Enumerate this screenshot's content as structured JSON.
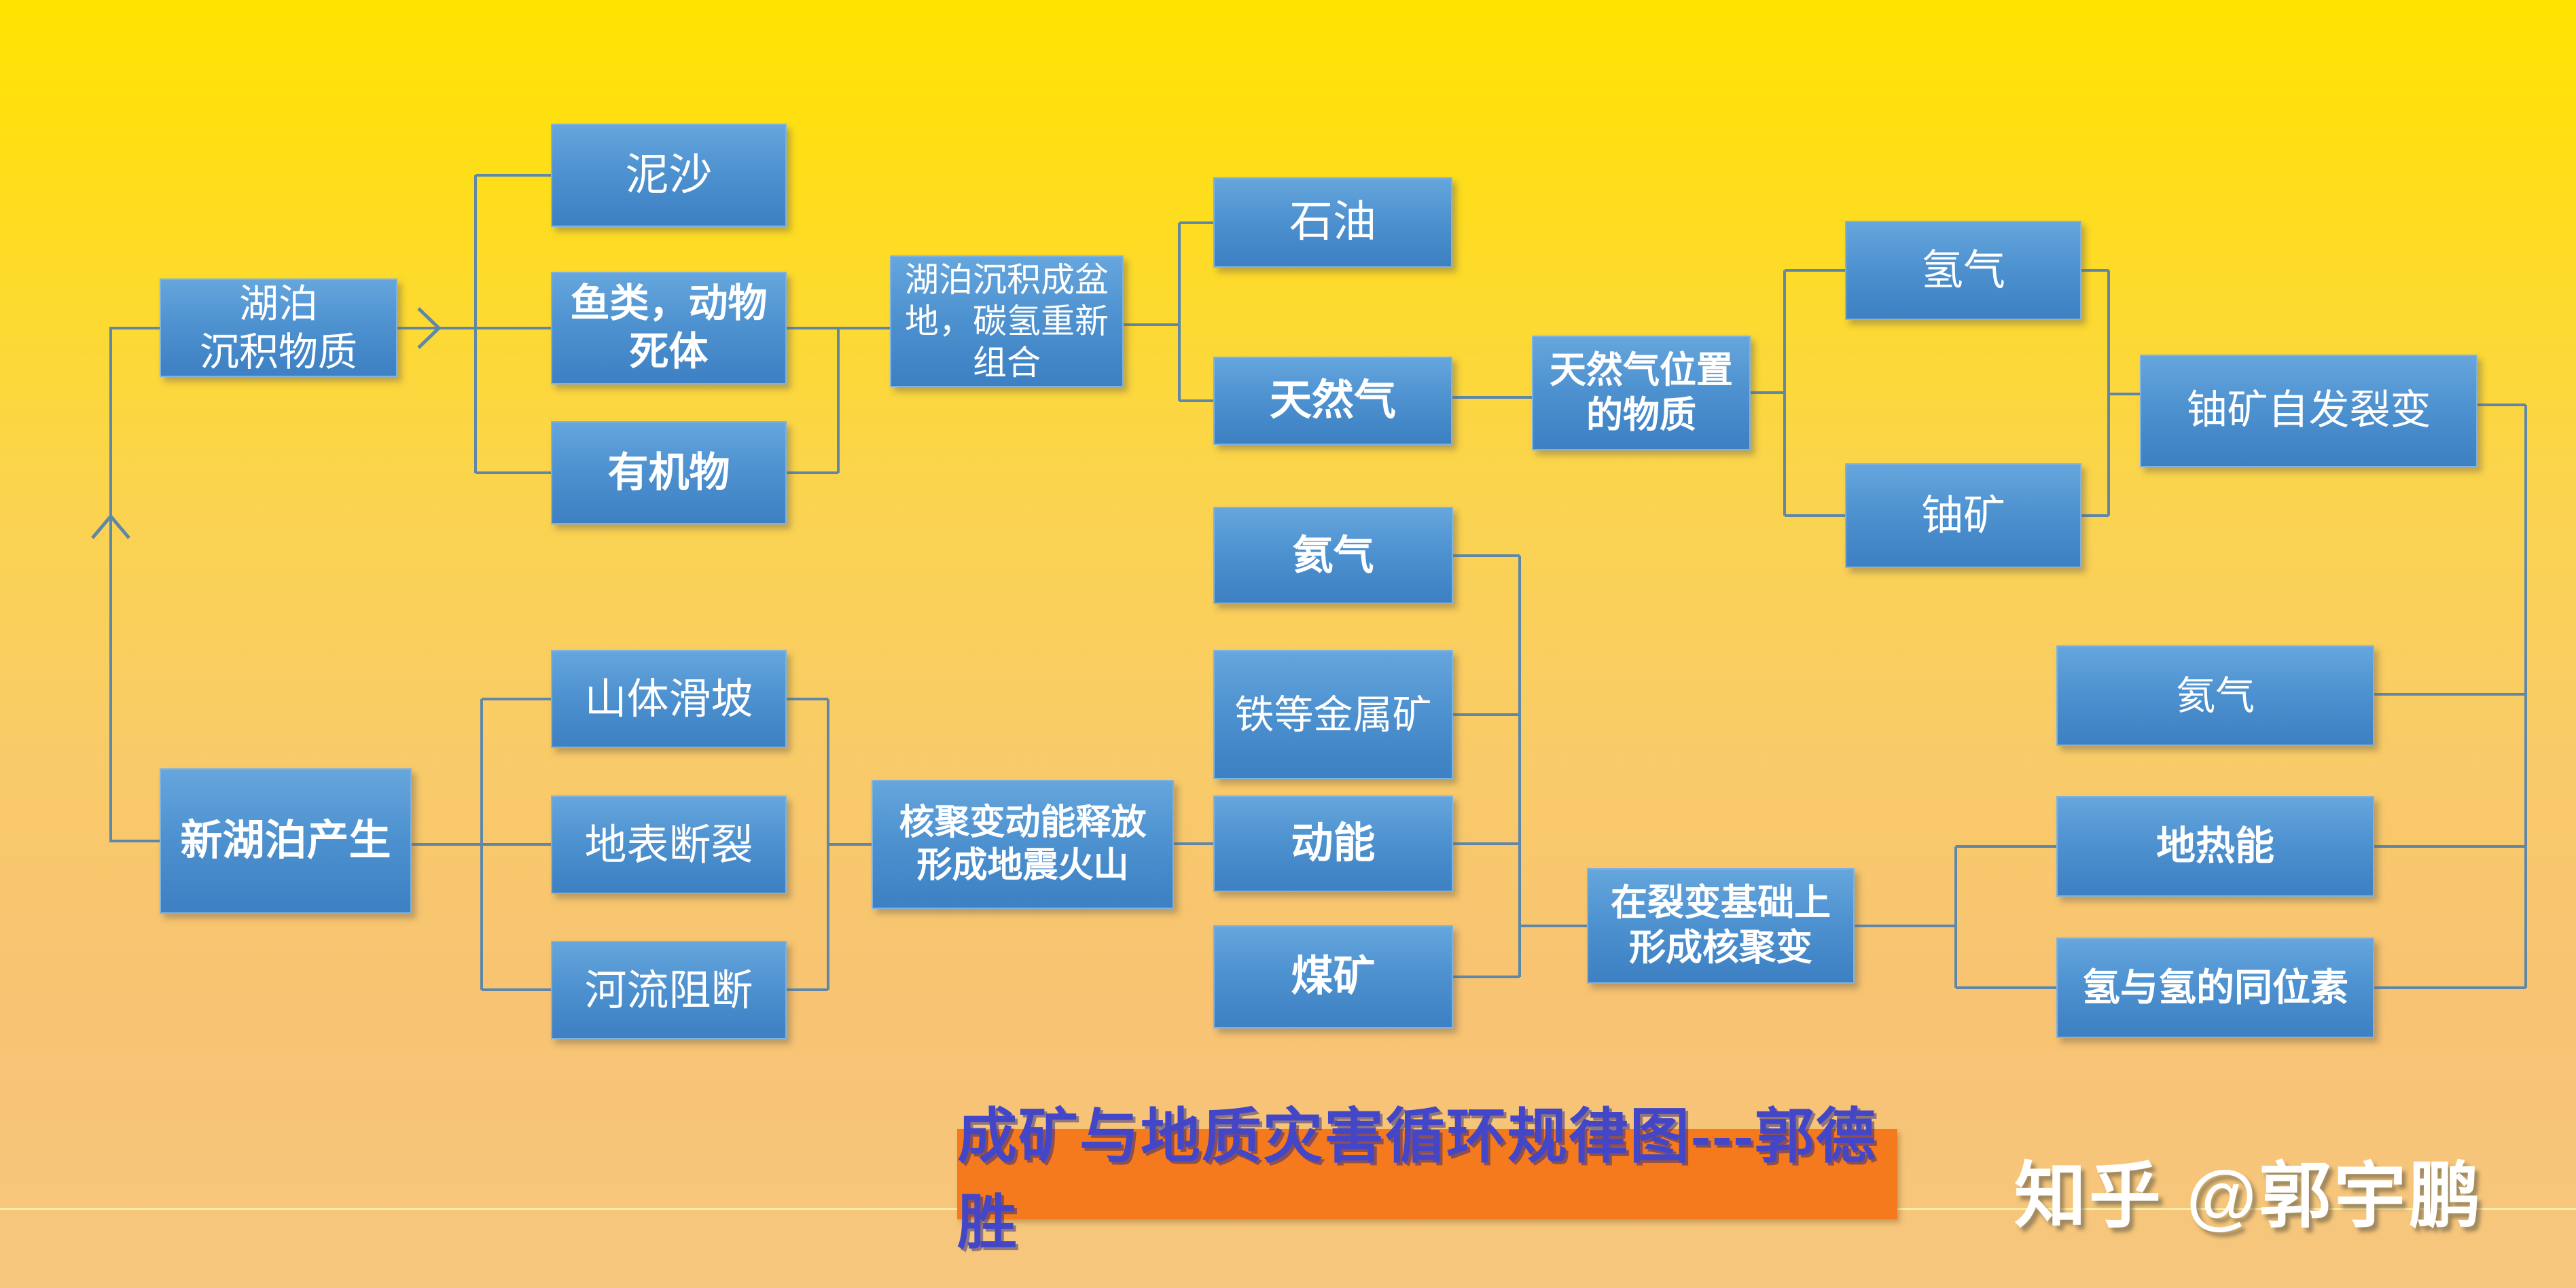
{
  "title": {
    "text": "成矿与地质灾害循环规律图---郭德胜",
    "bar_color": "#F5791D",
    "text_color": "#4446C8"
  },
  "watermark": {
    "text": "知乎 @郭宇鹏",
    "text_color": "#FFFFFF"
  },
  "colors": {
    "background_top": "#FFE400",
    "background_bottom": "#F6C77E",
    "node_fill_top": "#66A6DD",
    "node_fill_bottom": "#3D80C3",
    "node_text": "#FFFFFF",
    "connector": "#5F87A8"
  },
  "nodes": [
    {
      "id": "lake-sediment",
      "label": "湖泊\n沉积物质"
    },
    {
      "id": "silt",
      "label": "泥沙"
    },
    {
      "id": "fish-dead",
      "label": "鱼类，动物\n死体"
    },
    {
      "id": "organic",
      "label": "有机物"
    },
    {
      "id": "basin",
      "label": "湖泊沉积成盆\n地，碳氢重新\n组合"
    },
    {
      "id": "oil",
      "label": "石油"
    },
    {
      "id": "natural-gas",
      "label": "天然气"
    },
    {
      "id": "gas-location",
      "label": "天然气位置\n的物质"
    },
    {
      "id": "hydrogen-top",
      "label": "氢气"
    },
    {
      "id": "uranium",
      "label": "铀矿"
    },
    {
      "id": "fission",
      "label": "铀矿自发裂变"
    },
    {
      "id": "helium-left",
      "label": "氦气"
    },
    {
      "id": "iron-ore",
      "label": "铁等金属矿"
    },
    {
      "id": "kinetic",
      "label": "动能"
    },
    {
      "id": "coal",
      "label": "煤矿"
    },
    {
      "id": "new-lake",
      "label": "新湖泊产生"
    },
    {
      "id": "landslide",
      "label": "山体滑坡"
    },
    {
      "id": "surface-rupture",
      "label": "地表断裂"
    },
    {
      "id": "river-block",
      "label": "河流阻断"
    },
    {
      "id": "fusion-release",
      "label": "核聚变动能释放\n形成地震火山"
    },
    {
      "id": "fusion-basis",
      "label": "在裂变基础上\n形成核聚变"
    },
    {
      "id": "helium-right",
      "label": "氦气"
    },
    {
      "id": "geothermal",
      "label": "地热能"
    },
    {
      "id": "isotopes",
      "label": "氢与氢的同位素"
    }
  ]
}
